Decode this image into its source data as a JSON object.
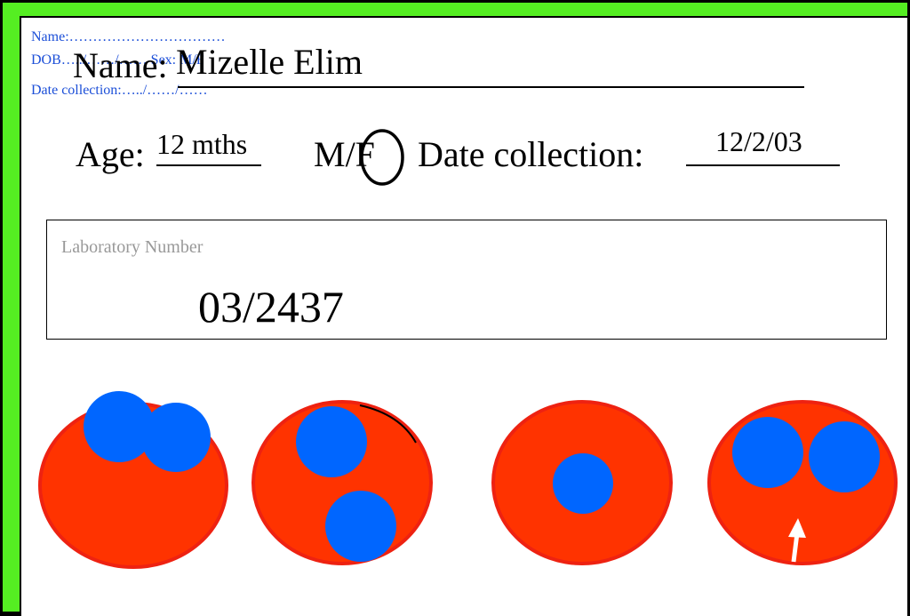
{
  "form": {
    "name_line_small": "Name:……………………………",
    "dob_line_small": "DOB…../……/……  Sex: M/F",
    "date_line_small": "Date collection:…../……/……",
    "name_label": "Name:",
    "name_value": "Mizelle Elim",
    "age_label": "Age:",
    "age_value": "12 mths",
    "sex_label": "M/F",
    "sex_circled": "F",
    "date_label": "Date collection:",
    "date_value": "12/2/03"
  },
  "lab": {
    "label": "Laboratory Number",
    "number": "03/2437"
  },
  "colors": {
    "background_frame": "#55ee22",
    "cell_fill": "#ff3300",
    "cell_stroke": "#ee2211",
    "nucleus_fill": "#0066ff",
    "small_text": "#1c4fd8"
  }
}
